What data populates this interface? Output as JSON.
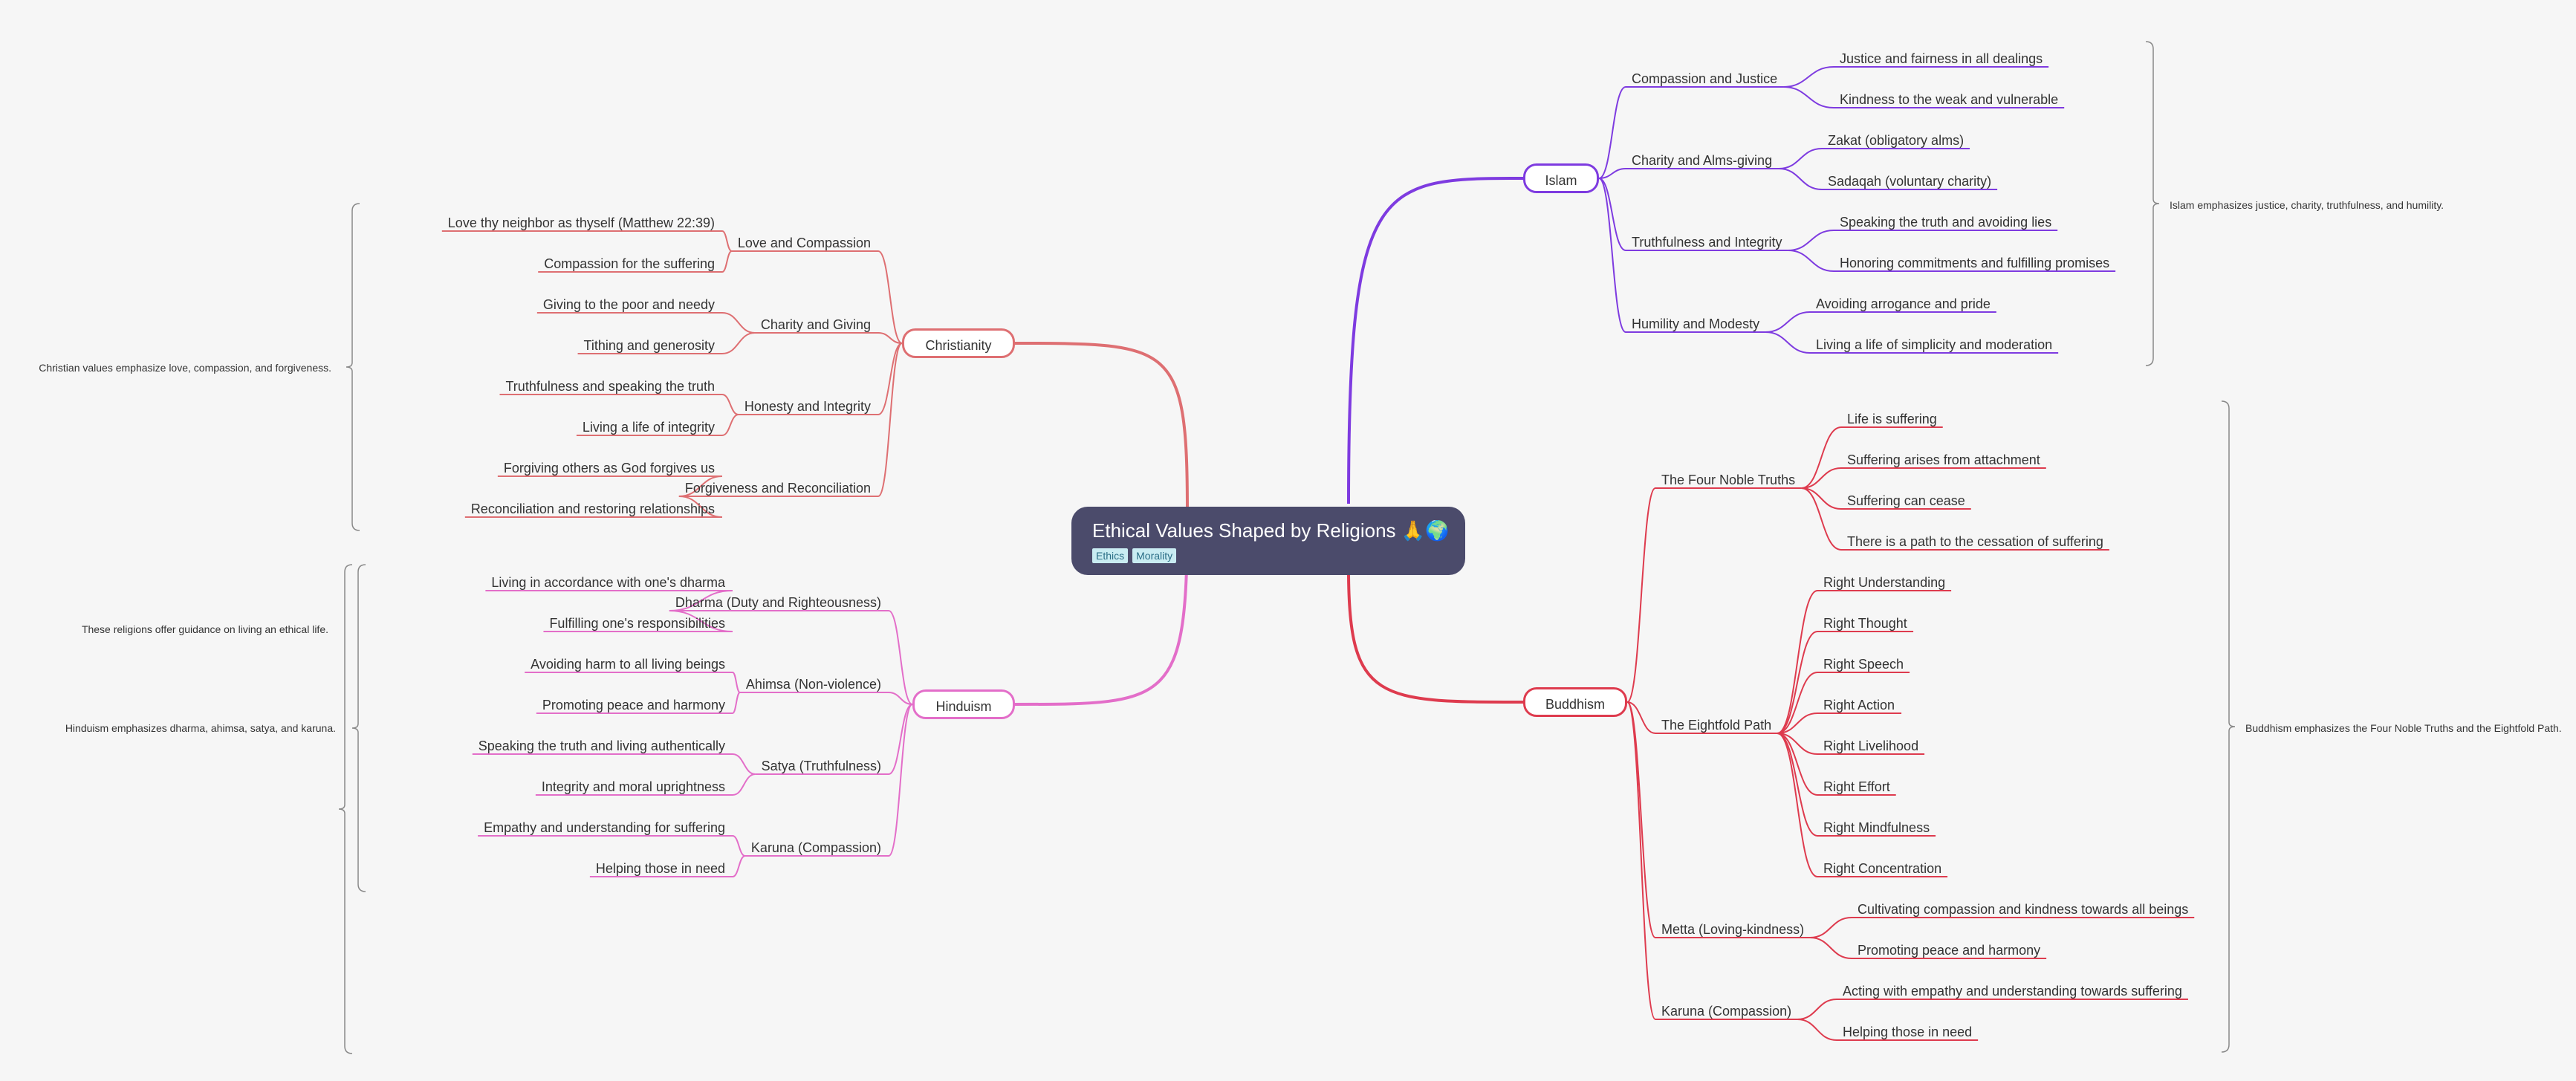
{
  "root": {
    "title": "Ethical Values Shaped by Religions 🙏🌍",
    "tags": [
      "Ethics",
      "Morality"
    ]
  },
  "colors": {
    "christianity": "#de6f72",
    "hinduism": "#e36ec9",
    "islam": "#7e3be0",
    "buddhism": "#de3b4e",
    "bracket": "#888888"
  },
  "christianity": {
    "label": "Christianity",
    "summary": "Christian values emphasize love, compassion, and forgiveness.",
    "topics": [
      {
        "label": "Love and Compassion",
        "items": [
          "Love thy neighbor as thyself (Matthew 22:39)",
          "Compassion for the suffering"
        ]
      },
      {
        "label": "Charity and Giving",
        "items": [
          "Giving to the poor and needy",
          "Tithing and generosity"
        ]
      },
      {
        "label": "Honesty and Integrity",
        "items": [
          "Truthfulness and speaking the truth",
          "Living a life of integrity"
        ]
      },
      {
        "label": "Forgiveness and Reconciliation",
        "items": [
          "Forgiving others as God forgives us",
          "Reconciliation and restoring relationships"
        ]
      }
    ]
  },
  "hinduism": {
    "label": "Hinduism",
    "summary": "Hinduism emphasizes dharma, ahimsa, satya, and karuna.",
    "topics": [
      {
        "label": "Dharma (Duty and Righteousness)",
        "items": [
          "Living in accordance with one's dharma",
          "Fulfilling one's responsibilities"
        ]
      },
      {
        "label": "Ahimsa (Non-violence)",
        "items": [
          "Avoiding harm to all living beings",
          "Promoting peace and harmony"
        ]
      },
      {
        "label": "Satya (Truthfulness)",
        "items": [
          "Speaking the truth and living authentically",
          "Integrity and moral uprightness"
        ]
      },
      {
        "label": "Karuna (Compassion)",
        "items": [
          "Empathy and understanding for suffering",
          "Helping those in need"
        ]
      }
    ]
  },
  "left_summary": "These religions offer guidance on living an ethical life.",
  "islam": {
    "label": "Islam",
    "summary": "Islam emphasizes justice, charity, truthfulness, and humility.",
    "topics": [
      {
        "label": "Compassion and Justice",
        "items": [
          "Justice and fairness in all dealings",
          "Kindness to the weak and vulnerable"
        ]
      },
      {
        "label": "Charity and Alms-giving",
        "items": [
          "Zakat (obligatory alms)",
          "Sadaqah (voluntary charity)"
        ]
      },
      {
        "label": "Truthfulness and Integrity",
        "items": [
          "Speaking the truth and avoiding lies",
          "Honoring commitments and fulfilling promises"
        ]
      },
      {
        "label": "Humility and Modesty",
        "items": [
          "Avoiding arrogance and pride",
          "Living a life of simplicity and moderation"
        ]
      }
    ]
  },
  "buddhism": {
    "label": "Buddhism",
    "summary": "Buddhism emphasizes the Four Noble Truths and the Eightfold Path.",
    "topics": [
      {
        "label": "The Four Noble Truths",
        "items": [
          "Life is suffering",
          "Suffering arises from attachment",
          "Suffering can cease",
          "There is a path to the cessation of suffering"
        ]
      },
      {
        "label": "The Eightfold Path",
        "items": [
          "Right Understanding",
          "Right Thought",
          "Right Speech",
          "Right Action",
          "Right Livelihood",
          "Right Effort",
          "Right Mindfulness",
          "Right Concentration"
        ]
      },
      {
        "label": "Metta (Loving-kindness)",
        "items": [
          "Cultivating compassion and kindness towards all beings",
          "Promoting peace and harmony"
        ]
      },
      {
        "label": "Karuna (Compassion)",
        "items": [
          "Acting with empathy and understanding towards suffering",
          "Helping those in need"
        ]
      }
    ]
  }
}
